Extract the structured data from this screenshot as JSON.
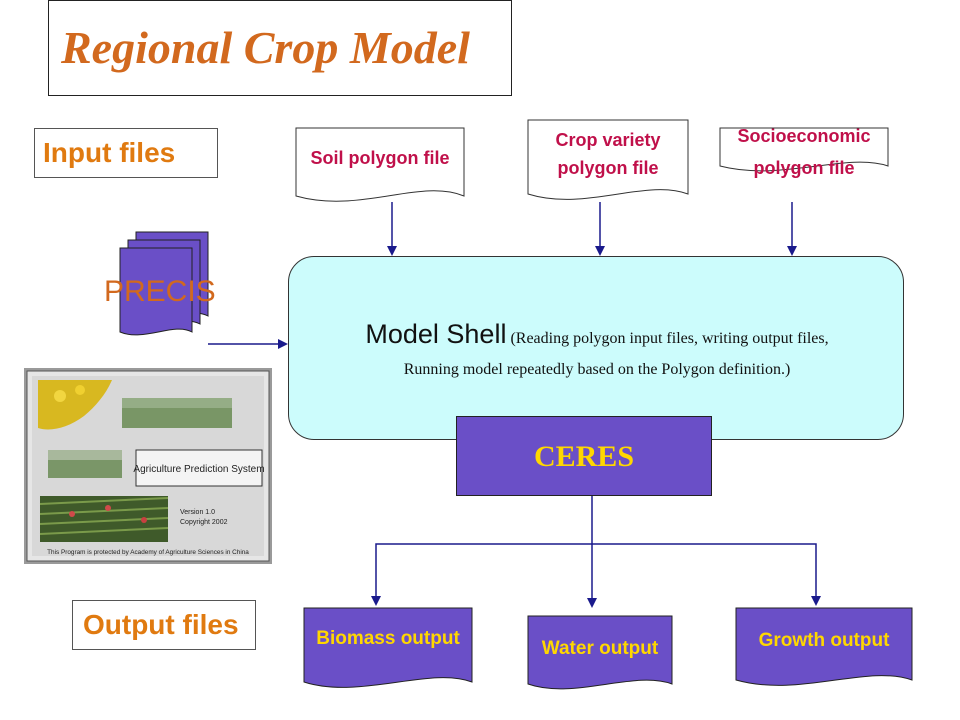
{
  "title": "Regional Crop Model",
  "labels": {
    "input_files": "Input files",
    "output_files": "Output files"
  },
  "inputs": {
    "soil": "Soil polygon file",
    "crop_line1": "Crop variety",
    "crop_line2": "polygon file",
    "socio_line1": "Socioeconomic",
    "socio_line2": "polygon file"
  },
  "precis": "PRECIS",
  "shell": {
    "main": "Model Shell",
    "detail": "(Reading polygon input files, writing output files,",
    "line2": "Running model repeatedly based on the Polygon definition.)"
  },
  "ceres": "CERES",
  "outputs": {
    "biomass": "Biomass output",
    "water": "Water output",
    "growth": "Growth output"
  },
  "splash": {
    "system_name": "Agriculture Prediction System",
    "version": "Version 1.0",
    "copyright": "Copyright 2002",
    "notice": "This Program is protected by Academy of Agriculture Sciences in China"
  },
  "colors": {
    "title": "#d2691e",
    "label": "#e07a10",
    "input_text": "#c0104a",
    "purple": "#6a4fc7",
    "yellow_text": "#ffd700",
    "shell_fill": "#ccfcfc",
    "arrow": "#1a1a8c"
  }
}
